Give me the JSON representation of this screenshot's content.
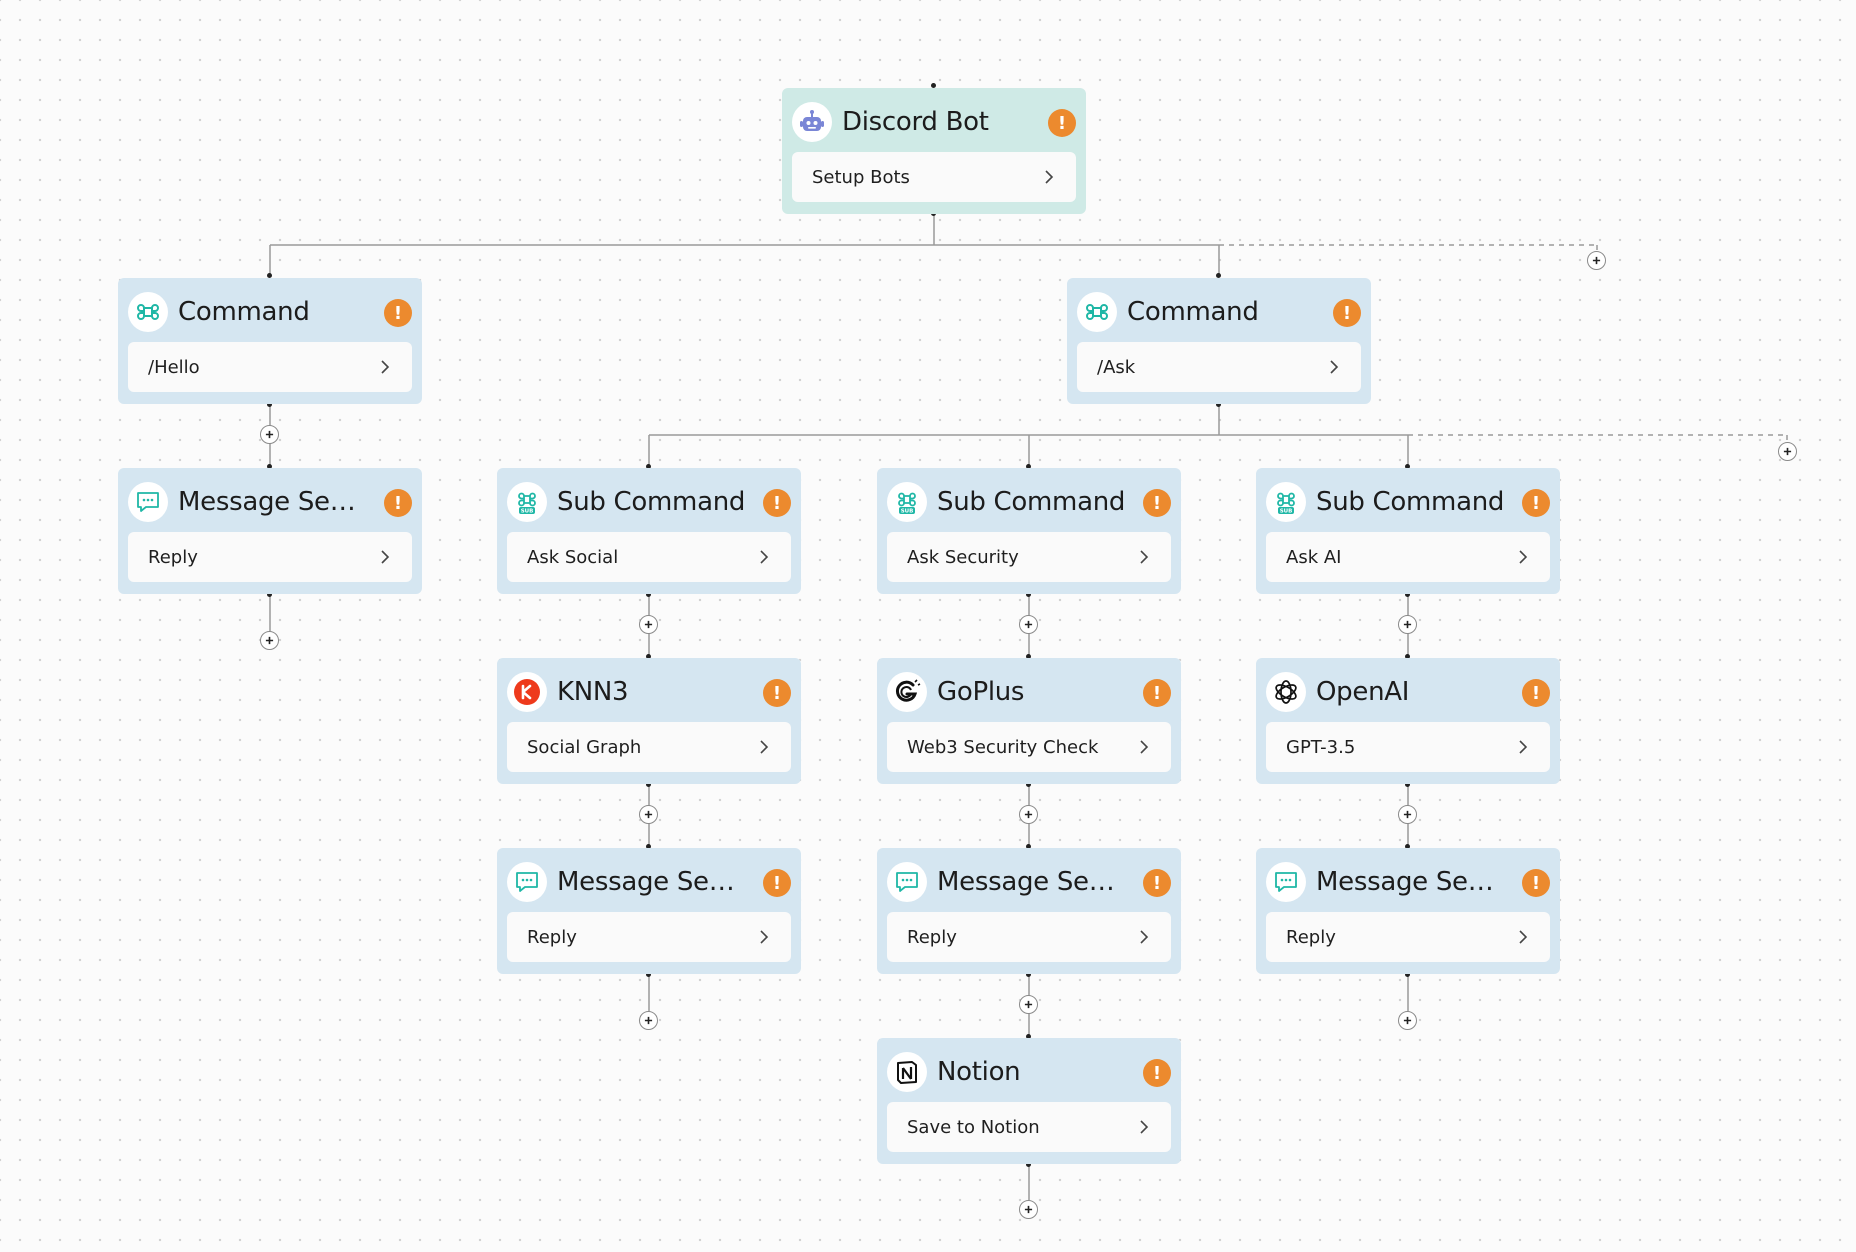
{
  "nodes": {
    "discord": {
      "title": "Discord Bot",
      "action": "Setup Bots",
      "icon": "robot-icon"
    },
    "cmd_hello": {
      "title": "Command",
      "action": "/Hello",
      "icon": "command-icon"
    },
    "cmd_ask": {
      "title": "Command",
      "action": "/Ask",
      "icon": "command-icon"
    },
    "msg_hello": {
      "title": "Message Sen...",
      "action": "Reply",
      "icon": "message-icon"
    },
    "sub_social": {
      "title": "Sub Command",
      "action": "Ask Social",
      "icon": "sub-command-icon"
    },
    "sub_security": {
      "title": "Sub Command",
      "action": "Ask Security",
      "icon": "sub-command-icon"
    },
    "sub_ai": {
      "title": "Sub Command",
      "action": "Ask AI",
      "icon": "sub-command-icon"
    },
    "knn3": {
      "title": "KNN3",
      "action": "Social Graph",
      "icon": "knn3-icon"
    },
    "goplus": {
      "title": "GoPlus",
      "action": "Web3 Security Check",
      "icon": "goplus-icon"
    },
    "openai": {
      "title": "OpenAI",
      "action": "GPT-3.5",
      "icon": "openai-icon"
    },
    "msg_social": {
      "title": "Message Sen...",
      "action": "Reply",
      "icon": "message-icon"
    },
    "msg_security": {
      "title": "Message Sen...",
      "action": "Reply",
      "icon": "message-icon"
    },
    "msg_ai": {
      "title": "Message Sen...",
      "action": "Reply",
      "icon": "message-icon"
    },
    "notion": {
      "title": "Notion",
      "action": "Save to Notion",
      "icon": "notion-icon"
    }
  },
  "status_icon": "warning-icon",
  "colors": {
    "root_node": "#cfeae6",
    "node": "#d5e6f1",
    "warning": "#ec8a2e",
    "command_icon": "#1fb7a6",
    "discord_icon": "#7a86d6",
    "knn3_icon": "#ee3a1c"
  }
}
